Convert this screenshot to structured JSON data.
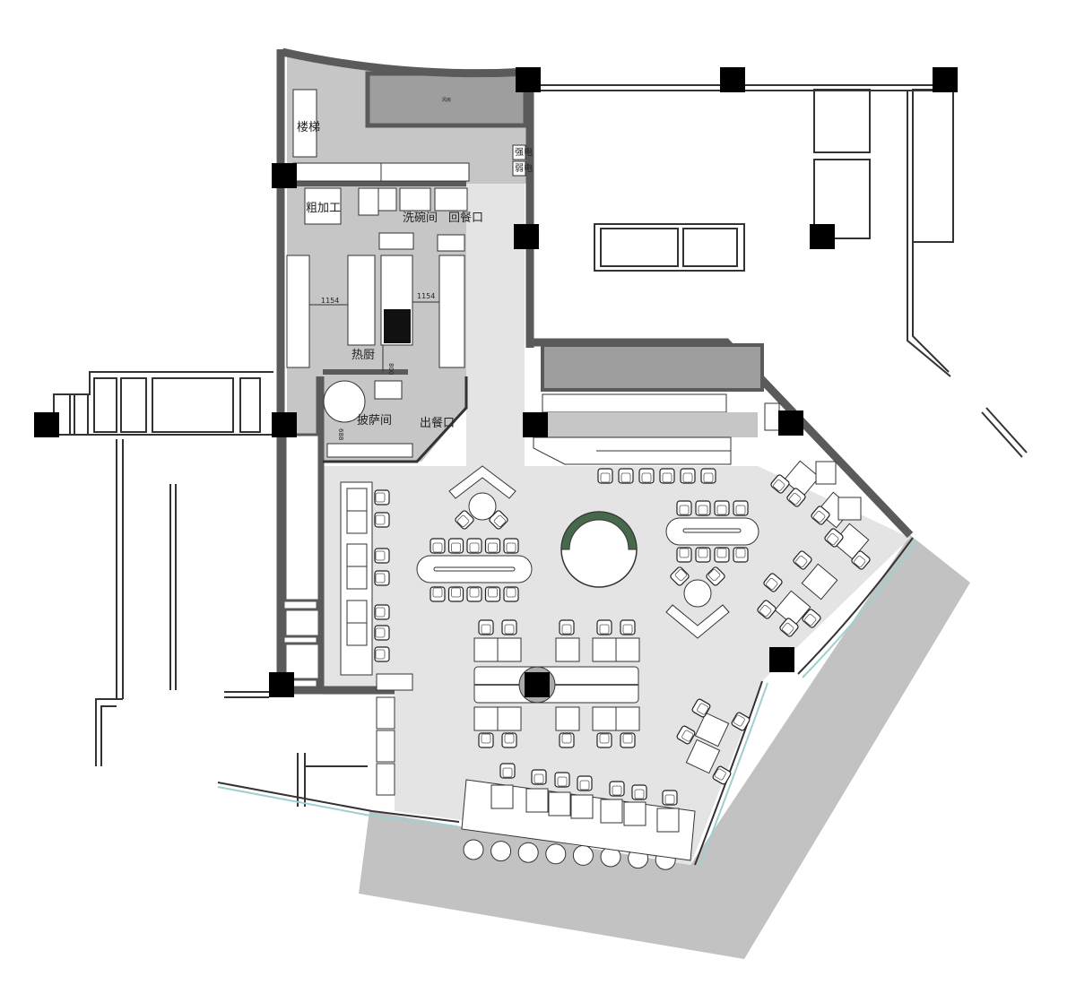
{
  "plan": {
    "rooms": {
      "stairs": "楼梯",
      "fan_room": "风房",
      "strong_power": "强电",
      "weak_power": "弱电",
      "rough_processing": "粗加工",
      "dishwashing": "洗碗间",
      "return_window": "回餐口",
      "hot_kitchen": "热厨",
      "pizza_room": "披萨间",
      "serving_window": "出餐口"
    },
    "dimensions": {
      "left_span": "1154",
      "right_span": "1154",
      "vertical_span": "800",
      "pizza_span": "688"
    }
  },
  "colors": {
    "wall": "#5a5a5a",
    "kitchen_floor": "#c6c6c6",
    "dining_floor": "#e4e4e4",
    "service_room": "#9e9e9e",
    "outdoor": "#c2c2c2",
    "accent_green": "#46694c",
    "glass": "#9fd0d0"
  }
}
